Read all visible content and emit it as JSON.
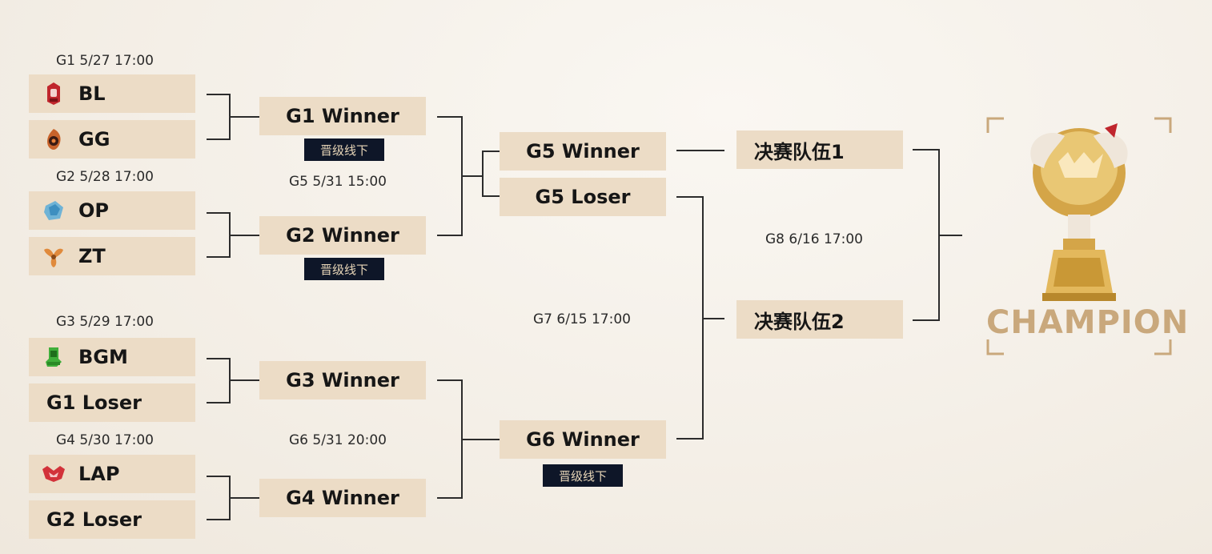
{
  "colors": {
    "box": "#ecdcc6",
    "badge_bg": "#0e1628",
    "badge_text": "#e8d6b8",
    "line": "#2c2c2c",
    "champion": "#c9a87c"
  },
  "round1": {
    "g1": {
      "label": "G1   5/27 17:00",
      "team_a": "BL",
      "team_b": "GG",
      "logo_a": "bl-logo-icon",
      "logo_b": "gg-logo-icon"
    },
    "g2": {
      "label": "G2   5/28 17:00",
      "team_a": "OP",
      "team_b": "ZT",
      "logo_a": "op-logo-icon",
      "logo_b": "zt-logo-icon"
    },
    "g3": {
      "label": "G3   5/29 17:00",
      "team_a": "BGM",
      "team_b": "G1 Loser",
      "logo_a": "bgm-logo-icon"
    },
    "g4": {
      "label": "G4   5/30 17:00",
      "team_a": "LAP",
      "team_b": "G2 Loser",
      "logo_a": "lap-logo-icon"
    }
  },
  "round2": {
    "g1_winner": "G1 Winner",
    "g2_winner": "G2 Winner",
    "g3_winner": "G3 Winner",
    "g4_winner": "G4 Winner",
    "badge": "晋级线下",
    "g5_label": "G5   5/31 15:00",
    "g6_label": "G6   5/31 20:00"
  },
  "round3": {
    "g5_winner": "G5 Winner",
    "g5_loser": "G5 Loser",
    "g6_winner": "G6 Winner",
    "g7_label": "G7   6/15 17:00"
  },
  "final": {
    "team1": "决赛队伍1",
    "team2": "决赛队伍2",
    "g8_label": "G8   6/16 17:00"
  },
  "champion": {
    "text": "CHAMPION",
    "trophy_icon": "trophy-icon"
  }
}
